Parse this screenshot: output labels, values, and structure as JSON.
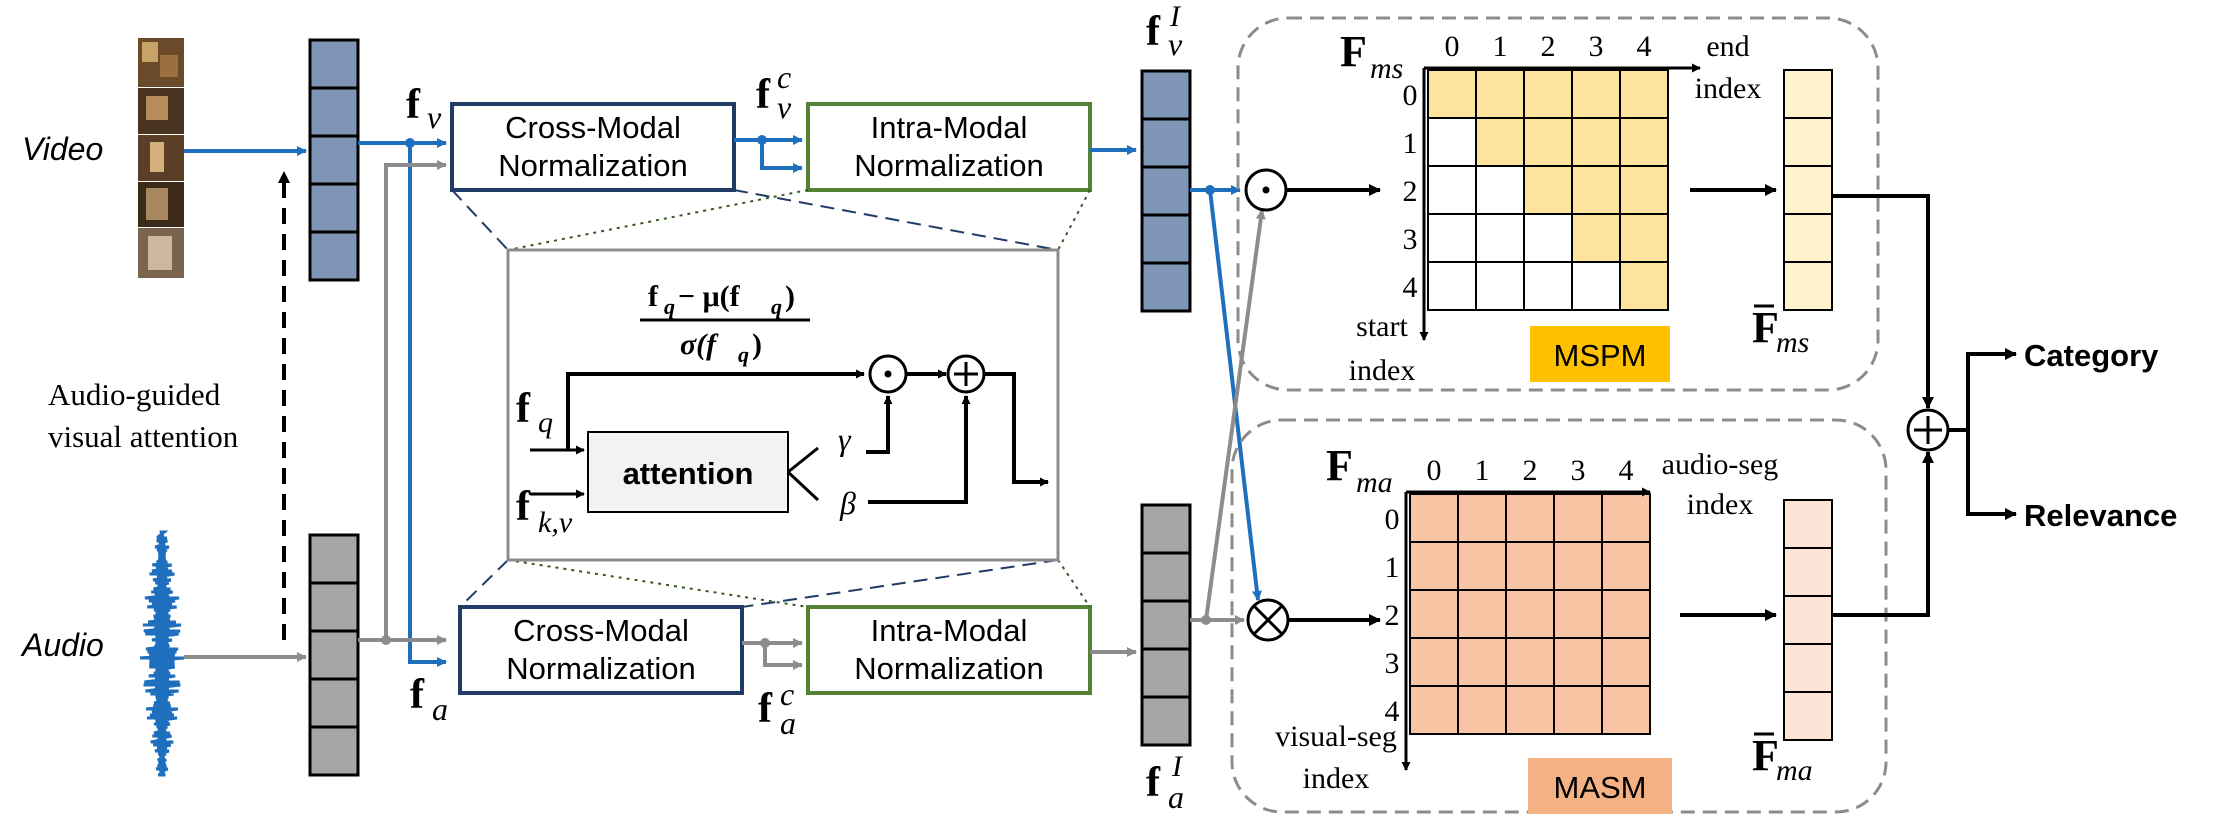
{
  "inputs": {
    "video_label": "Video",
    "audio_label": "Audio",
    "attention_note_line1": "Audio-guided",
    "attention_note_line2": "visual attention"
  },
  "features": {
    "f": "f",
    "v": "v",
    "a": "a",
    "c": "c",
    "I": "I",
    "q": "q",
    "kv": "k,v"
  },
  "blocks": {
    "cross_modal_line1": "Cross-Modal",
    "intra_modal_line1": "Intra-Modal",
    "normalization": "Normalization",
    "attention": "attention"
  },
  "detail": {
    "numerator": "f",
    "numerator_sub": "q",
    "numerator_rest": " − μ(f",
    "numerator_close": ")",
    "denominator": "σ(f",
    "denominator_close": ")",
    "gamma": "γ",
    "beta": "β"
  },
  "mspm": {
    "F": "F",
    "sub": "ms",
    "col_indices": [
      "0",
      "1",
      "2",
      "3",
      "4"
    ],
    "row_indices": [
      "0",
      "1",
      "2",
      "3",
      "4"
    ],
    "end_index_line1": "end",
    "end_index_line2": "index",
    "start_index_line1": "start",
    "start_index_line2": "index",
    "badge": "MSPM",
    "pooled_sub": "ms",
    "grid": [
      [
        1,
        1,
        1,
        1,
        1
      ],
      [
        0,
        1,
        1,
        1,
        1
      ],
      [
        0,
        0,
        1,
        1,
        1
      ],
      [
        0,
        0,
        0,
        1,
        1
      ],
      [
        0,
        0,
        0,
        0,
        1
      ]
    ]
  },
  "masm": {
    "F": "F",
    "sub": "ma",
    "col_indices": [
      "0",
      "1",
      "2",
      "3",
      "4"
    ],
    "row_indices": [
      "0",
      "1",
      "2",
      "3",
      "4"
    ],
    "x_index_line1": "audio-seg",
    "x_index_line2": "index",
    "y_index_line1": "visual-seg",
    "y_index_line2": "index",
    "badge": "MASM",
    "pooled_sub": "ma"
  },
  "outputs": {
    "category": "Category",
    "relevance": "Relevance"
  },
  "operators": {
    "dot": "⊙",
    "plus": "⊕",
    "times": "⊗"
  },
  "colors": {
    "blue_arrow": "#1f6fbf",
    "gray_arrow": "#8c8c8c",
    "video_feat": "#7f95b5",
    "audio_feat": "#a6a6a6",
    "cross_border": "#1f3b66",
    "intra_border": "#548235",
    "mspm_fill": "#fde49e",
    "mspm_badge": "#ffc000",
    "masm_fill": "#f8c4a4",
    "masm_badge": "#f4b183"
  }
}
